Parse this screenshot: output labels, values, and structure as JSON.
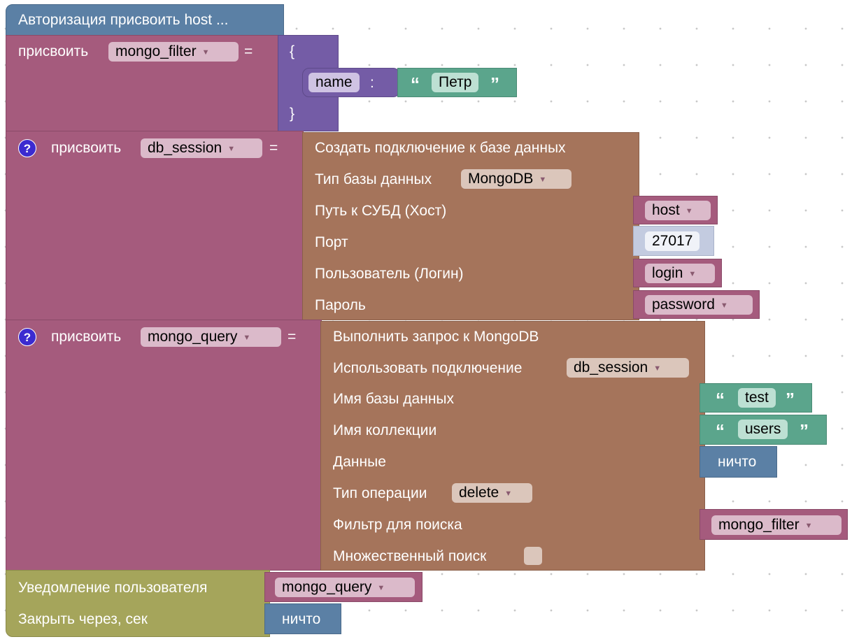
{
  "header": {
    "title": "Авторизация присвоить host ..."
  },
  "assign1": {
    "label": "присвоить",
    "var": "mongo_filter",
    "eq": "=",
    "open": "{",
    "close": "}",
    "key": "name",
    "colon": ":",
    "value": "Петр"
  },
  "assign2": {
    "label": "присвоить",
    "var": "db_session",
    "eq": "=",
    "help": "?",
    "block": {
      "title": "Создать подключение к базе данных",
      "db_type_label": "Тип базы данных",
      "db_type": "MongoDB",
      "host_label": "Путь к СУБД (Хост)",
      "host": "host",
      "port_label": "Порт",
      "port": "27017",
      "user_label": "Пользователь (Логин)",
      "user": "login",
      "pass_label": "Пароль",
      "pass": "password"
    }
  },
  "assign3": {
    "label": "присвоить",
    "var": "mongo_query",
    "eq": "=",
    "help": "?",
    "block": {
      "title": "Выполнить запрос к MongoDB",
      "conn_label": "Использовать подключение",
      "conn": "db_session",
      "db_label": "Имя базы данных",
      "db": "test",
      "coll_label": "Имя коллекции",
      "coll": "users",
      "data_label": "Данные",
      "data": "ничто",
      "op_label": "Тип операции",
      "op": "delete",
      "filter_label": "Фильтр для поиска",
      "filter": "mongo_filter",
      "multi_label": "Множественный поиск"
    }
  },
  "notify": {
    "label": "Уведомление пользователя",
    "value": "mongo_query",
    "close_label": "Закрыть через, сек",
    "close_value": "ничто"
  },
  "colors": {
    "variable": "#a55b7d",
    "procedure": "#a5745b",
    "object": "#745ca6",
    "text": "#5ba58c",
    "logic": "#5b80a5",
    "notify": "#a5a55b"
  }
}
